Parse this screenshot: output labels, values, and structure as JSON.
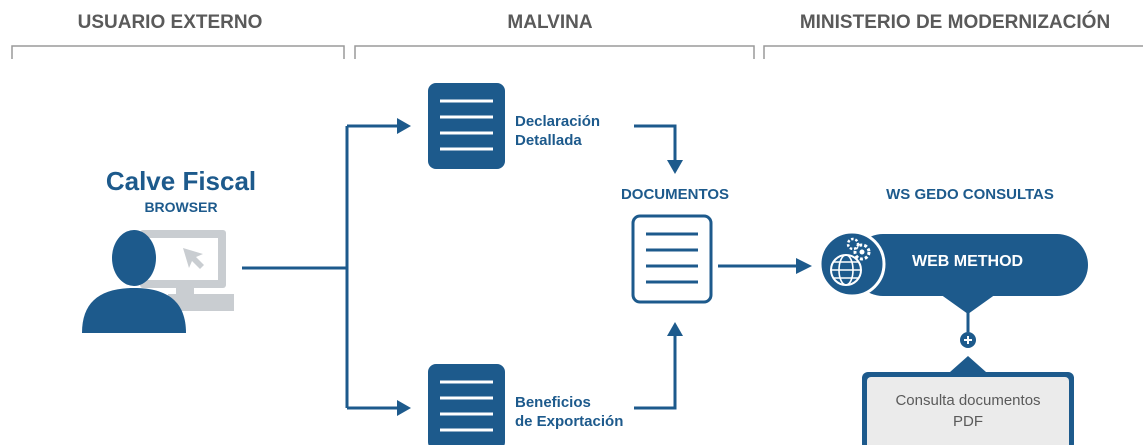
{
  "lanes": {
    "external": "USUARIO EXTERNO",
    "malvina": "MALVINA",
    "ministry": "MINISTERIO DE MODERNIZACIÓN"
  },
  "user": {
    "title": "Calve Fiscal",
    "subtitle": "BROWSER",
    "icon": "user-at-computer-icon"
  },
  "docs": {
    "declaracion": {
      "line1": "Declaración",
      "line2": "Detallada",
      "icon": "document-icon"
    },
    "beneficios": {
      "line1": "Beneficios",
      "line2": "de Exportación",
      "icon": "document-icon"
    },
    "documentos": {
      "label": "DOCUMENTOS",
      "icon": "document-outline-icon"
    }
  },
  "ws": {
    "title": "WS GEDO CONSULTAS",
    "method": "WEB METHOD",
    "icon": "globe-gears-icon"
  },
  "consulta": {
    "line1": "Consulta documentos",
    "line2": "PDF"
  },
  "colors": {
    "primary": "#1d5a8c",
    "lane_text": "#5a5a5a",
    "bracket": "#9a9a9a",
    "monitor": "#c9cdd1",
    "consulta_fill": "#ebebeb"
  }
}
